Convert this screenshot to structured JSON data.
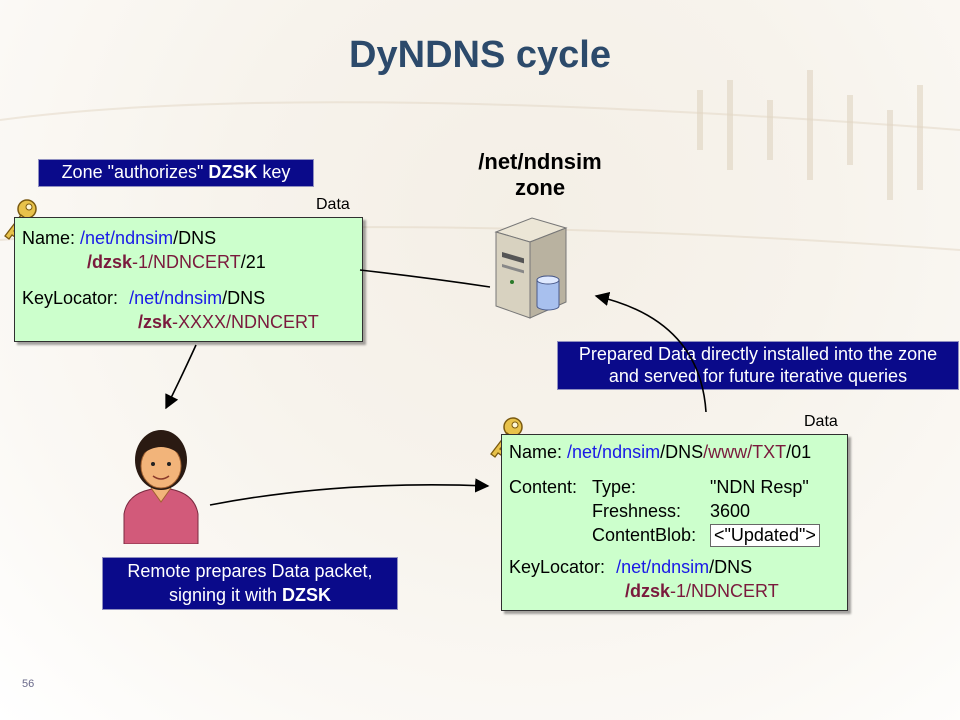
{
  "title": "DyNDNS cycle",
  "page_number": "56",
  "zone": {
    "line1": "/net/ndnsim",
    "line2": "zone"
  },
  "banners": {
    "zone_authorizes": {
      "text": "Zone \"authorizes\" ",
      "bold": "DZSK",
      "tail": " key"
    },
    "prepared": {
      "line1": "Prepared Data directly installed into the zone",
      "line2": "and served for future iterative queries"
    },
    "remote": {
      "line1": "Remote prepares Data packet,",
      "line2_text": "signing it with ",
      "line2_bold": "DZSK"
    }
  },
  "packet_left": {
    "data_label": "Data",
    "name_label": "Name:",
    "name_p1": "/net/ndnsim",
    "name_p2": "/DNS",
    "name2_p1": "/dzsk",
    "name2_p2": "-1/NDNCERT",
    "name2_p3": "/21",
    "kl_label": "KeyLocator:",
    "kl_p1": "/net/ndnsim",
    "kl_p2": "/DNS",
    "kl2_p1": "/zsk",
    "kl2_p2": "-XXXX/NDNCERT"
  },
  "packet_right": {
    "data_label": "Data",
    "name_label": "Name:",
    "name_p1": "/net/ndnsim",
    "name_p2": "/DNS",
    "name_p3": "/www/TXT",
    "name_p4": "/01",
    "content_label": "Content:",
    "type_label": "Type:",
    "type_value": "\"NDN Resp\"",
    "fresh_label": "Freshness:",
    "fresh_value": "3600",
    "blob_label": "ContentBlob:",
    "blob_value": "<\"Updated\">",
    "kl_label": "KeyLocator:",
    "kl_p1": "/net/ndnsim",
    "kl_p2": "/DNS",
    "kl2_p1": "/dzsk",
    "kl2_p2": "-1/NDNCERT"
  },
  "colors": {
    "banner_bg": "#0a0a8a",
    "packet_bg": "#ccffcc",
    "title": "#2c4a6b",
    "name_blue": "#1a1ae6",
    "name_magenta": "#7a1a3d"
  }
}
